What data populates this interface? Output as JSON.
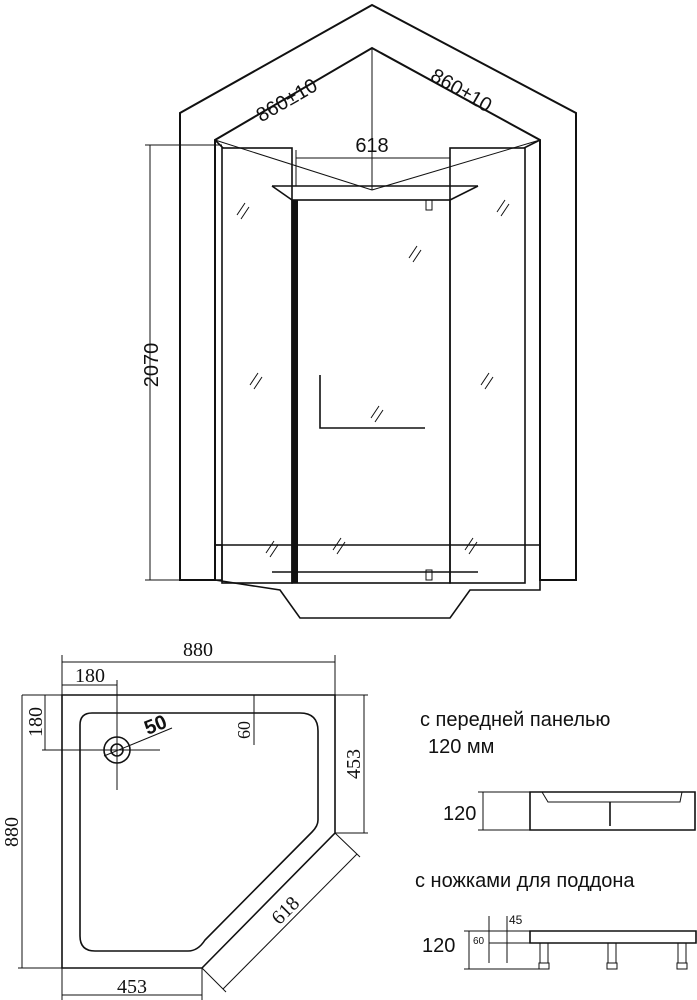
{
  "elevation": {
    "wall_width_left": "860±10",
    "wall_width_right": "860±10",
    "door_width": "618",
    "height": "2070"
  },
  "tray_plan": {
    "width": "880",
    "depth": "880",
    "drain_offset_x": "180",
    "drain_offset_y": "180",
    "drain_diameter": "50",
    "rim_width": "60",
    "side_right": "453",
    "side_bottom": "453",
    "front_edge": "618"
  },
  "variants": {
    "front_panel_title": "с передней панелью",
    "front_panel_subtitle": "120 мм",
    "front_panel_height": "120",
    "legs_title": "с ножками для поддона",
    "legs_height": "120",
    "legs_tray_height": "60",
    "legs_offset": "45"
  }
}
